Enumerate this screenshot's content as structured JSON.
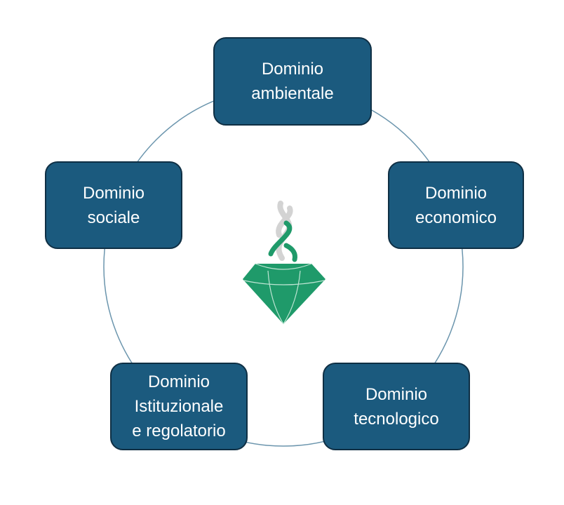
{
  "colors": {
    "box": "#1b5a7e",
    "ring": "#6b95ad",
    "gem": "#1f9a6a"
  },
  "center_icon": "emerald-gem-with-helix-icon",
  "domains": [
    {
      "lines": [
        "Dominio",
        "ambientale"
      ]
    },
    {
      "lines": [
        "Dominio",
        "economico"
      ]
    },
    {
      "lines": [
        "Dominio",
        "tecnologico"
      ]
    },
    {
      "lines": [
        "Dominio",
        "Istituzionale",
        "e regolatorio"
      ]
    },
    {
      "lines": [
        "Dominio",
        "sociale"
      ]
    }
  ]
}
